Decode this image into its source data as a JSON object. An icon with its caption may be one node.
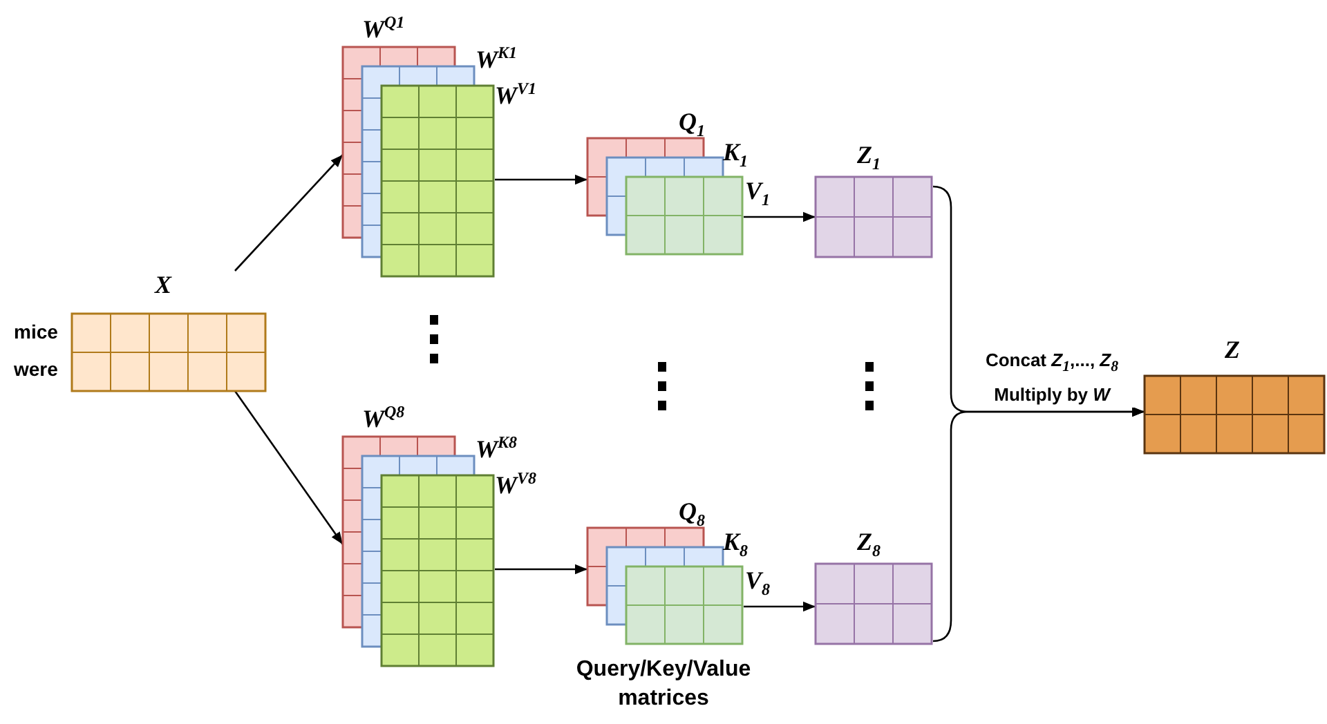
{
  "diagram": {
    "nodes": [
      {
        "text": [
          "X"
        ],
        "beside": [
          "mice",
          "were"
        ]
      },
      {
        "text": [
          "W$^{Q1}$",
          "W$^{K1}$",
          "W$^{V1}$"
        ]
      },
      {
        "text": [
          "W$^{Q8}$",
          "W$^{K8}$",
          "W$^{V8}$"
        ]
      },
      {
        "text": [
          "Q$_{1}$",
          "K$_{1}$",
          "V$_{1}$"
        ]
      },
      {
        "text": [
          "Q$_{8}$",
          "K$_{8}$",
          "V$_{8}$"
        ]
      },
      {
        "text": [
          "Z$_{1}$"
        ]
      },
      {
        "text": [
          "Z$_{8}$"
        ]
      },
      {
        "text": [
          "Z"
        ]
      }
    ],
    "edges": [
      {
        "from": 0,
        "to": 1,
        "arrow": "to"
      },
      {
        "from": 0,
        "to": 2,
        "arrow": "to"
      },
      {
        "from": 1,
        "to": 3,
        "arrow": "to"
      },
      {
        "from": 2,
        "to": 4,
        "arrow": "to"
      },
      {
        "from": 3,
        "to": 5,
        "arrow": "to"
      },
      {
        "from": 4,
        "to": 6,
        "arrow": "to"
      },
      {
        "from": 5,
        "to": 7,
        "arrow": "to",
        "label": "Concat *Z*$_{1}$,..., *Z*$_{8}$ Multiply by *W*"
      },
      {
        "from": 6,
        "to": 7,
        "arrow": "to"
      }
    ],
    "labels": [
      "Query/Key/Value matrices"
    ]
  }
}
